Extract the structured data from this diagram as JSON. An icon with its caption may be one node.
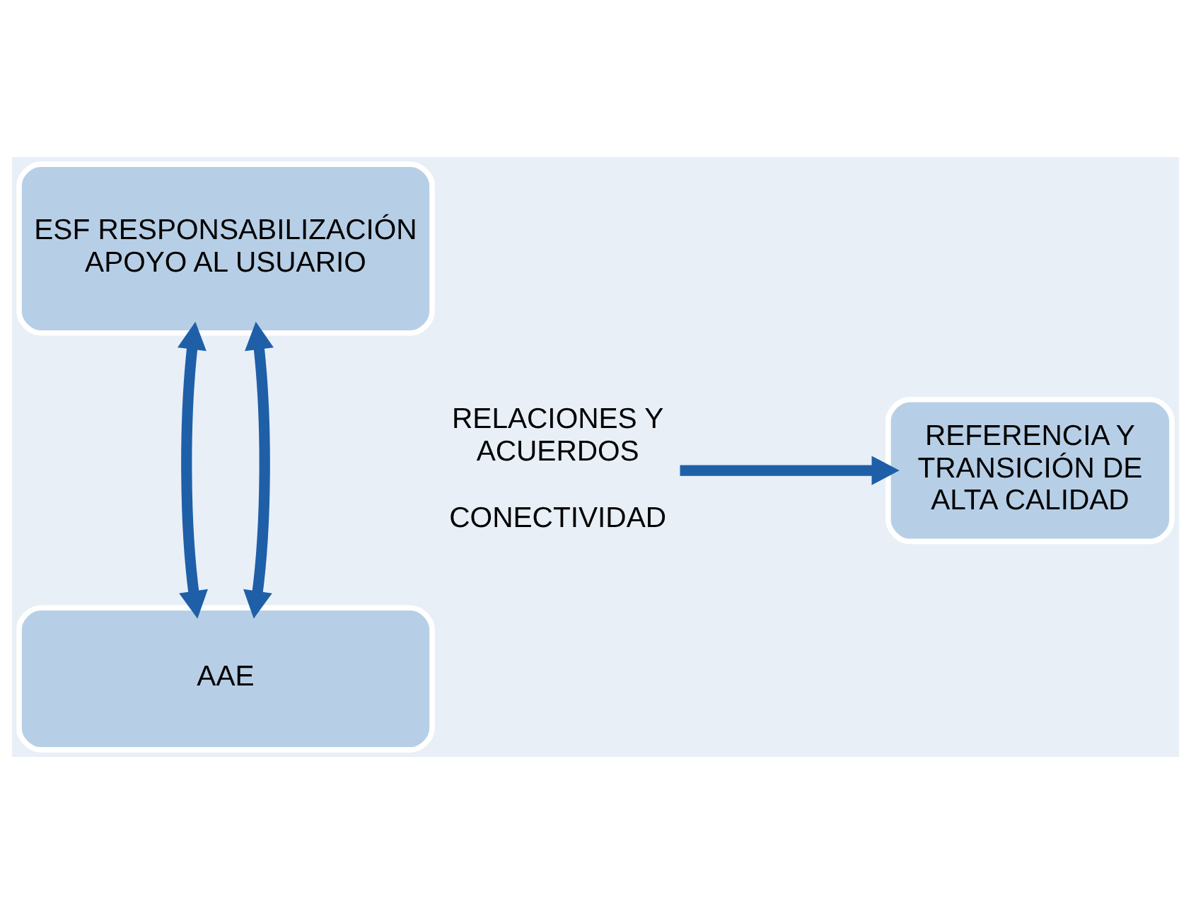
{
  "diagram": {
    "nodes": [
      {
        "text": [
          "ESF RESPONSABILIZACIÓN APOYO AL USUARIO"
        ]
      },
      {
        "text": [
          "AAE"
        ]
      },
      {
        "text": [
          "REFERENCIA Y TRANSICIÓN DE ALTA CALIDAD"
        ]
      },
      {
        "text": [
          "RELACIONES Y ACUERDOS",
          "CONECTIVIDAD"
        ]
      }
    ],
    "edges": [
      {
        "from": 0,
        "to": 1,
        "arrow": "both"
      },
      {
        "from": 0,
        "to": 1,
        "arrow": "both"
      },
      {
        "from": 3,
        "to": 2,
        "arrow": "to"
      }
    ]
  }
}
